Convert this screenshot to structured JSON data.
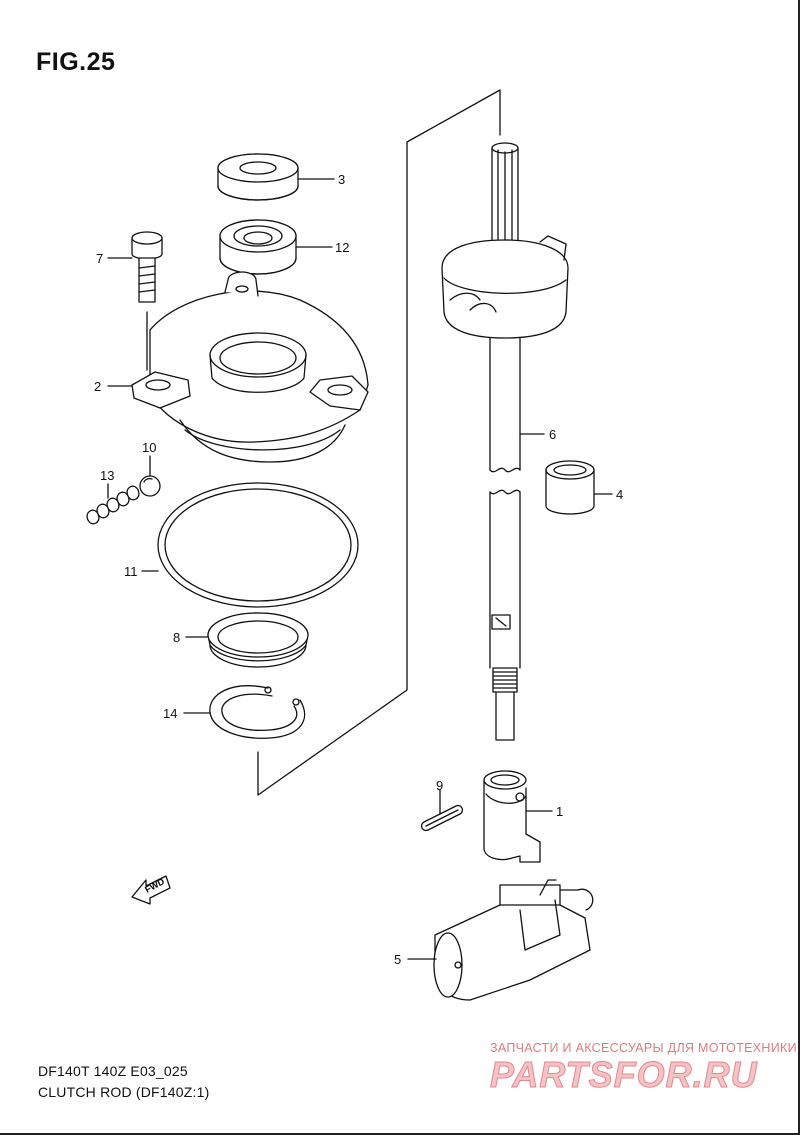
{
  "figure": {
    "title": "FIG.25",
    "code": "DF140T 140Z E03_025",
    "caption": "CLUTCH ROD (DF140Z:1)",
    "fwd_label": "FWD"
  },
  "callouts": [
    {
      "key": "p1",
      "label": "1"
    },
    {
      "key": "p2",
      "label": "2"
    },
    {
      "key": "p3",
      "label": "3"
    },
    {
      "key": "p4",
      "label": "4"
    },
    {
      "key": "p5",
      "label": "5"
    },
    {
      "key": "p6",
      "label": "6"
    },
    {
      "key": "p7",
      "label": "7"
    },
    {
      "key": "p8",
      "label": "8"
    },
    {
      "key": "p9",
      "label": "9"
    },
    {
      "key": "p10",
      "label": "10"
    },
    {
      "key": "p11",
      "label": "11"
    },
    {
      "key": "p12",
      "label": "12"
    },
    {
      "key": "p13",
      "label": "13"
    },
    {
      "key": "p14",
      "label": "14"
    }
  ],
  "watermark": {
    "tagline": "ЗАПЧАСТИ И АКСЕССУАРЫ ДЛЯ МОТОТЕХНИКИ",
    "brand": "PARTSFOR.RU"
  }
}
